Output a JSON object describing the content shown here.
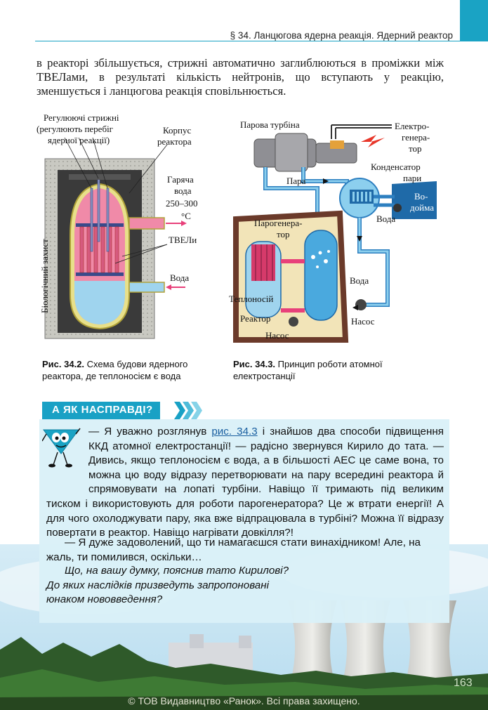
{
  "header": {
    "title": "§ 34. Ланцюгова ядерна реакція. Ядерний реактор"
  },
  "intro": {
    "text": "в реакторі збільшується, стрижні автоматично заглиблюються в проміжки між ТВЕЛами, в результаті кількість нейтронів, що вступають у реакцію, зменшується і ланцюгова реакція сповільнюється."
  },
  "fig_reactor": {
    "label_rods_1": "Регулюючі стрижні",
    "label_rods_2": "(регулюють перебіг",
    "label_rods_3": "ядерної реакції)",
    "label_body_1": "Корпус",
    "label_body_2": "реактора",
    "label_hot_1": "Гаряча",
    "label_hot_2": "вода",
    "label_hot_3": "250–300",
    "label_hot_4": "°С",
    "label_tvel": "ТВЕЛи",
    "label_water": "Вода",
    "label_shield": "Біологічний захист"
  },
  "fig_plant": {
    "label_turbine": "Парова турбіна",
    "label_gen_1": "Електро-",
    "label_gen_2": "генера-",
    "label_gen_3": "тор",
    "label_cond_1": "Конденсатор",
    "label_cond_2": "пари",
    "label_steam": "Пара",
    "label_cool_1": "Во-",
    "label_cool_2": "дойма",
    "label_sg_1": "Парогенера-",
    "label_sg_2": "тор",
    "label_water_1": "Вода",
    "label_water_2": "Вода",
    "label_coolant": "Теплоносій",
    "label_reactor": "Реактор",
    "label_pump_1": "Насос",
    "label_pump_2": "Насос"
  },
  "captions": {
    "fig1_num": "Рис. 34.2.",
    "fig1_text": " Схема будови ядерного реактора, де теплоносієм є вода",
    "fig2_num": "Рис. 34.3.",
    "fig2_text": " Принцип роботи атомної електростанції"
  },
  "box": {
    "title": "А ЯК НАСПРАВДІ?",
    "p1_start": "— Я уважно розглянув ",
    "p1_link": "рис. 34.3",
    "p1_rest": " і знайшов два способи підвищення ККД атомної електростанції! — радісно звернувся Кирило до тата. — Дивись, якщо теплоносієм є вода, а в більшості АЕС це саме вона, то можна цю воду відразу перетворювати на пару всередині реактора й спрямовувати на лопаті турбіни. Навіщо її тримають під великим тиском і використовують для роботи парогенератора? Це ж втрати енергії! А для чого охолоджувати пару, яка вже відпрацювала в турбіні? Можна її відразу повертати в реактор. Навіщо нагрівати довкілля?!",
    "p2": "— Я дуже задоволений, що ти намагаєшся стати винахідником! Але, на жаль, ти помилився, оскільки…",
    "q1": "Що, на вашу думку, пояснив тато Кирилові?",
    "q2_1": "До яких наслідків призведуть запропоновані",
    "q2_2": "юнаком нововведення?"
  },
  "footer": {
    "page_number": "163",
    "copyright": "© ТОВ Видавництво «Ранок». Всі права захищено."
  }
}
